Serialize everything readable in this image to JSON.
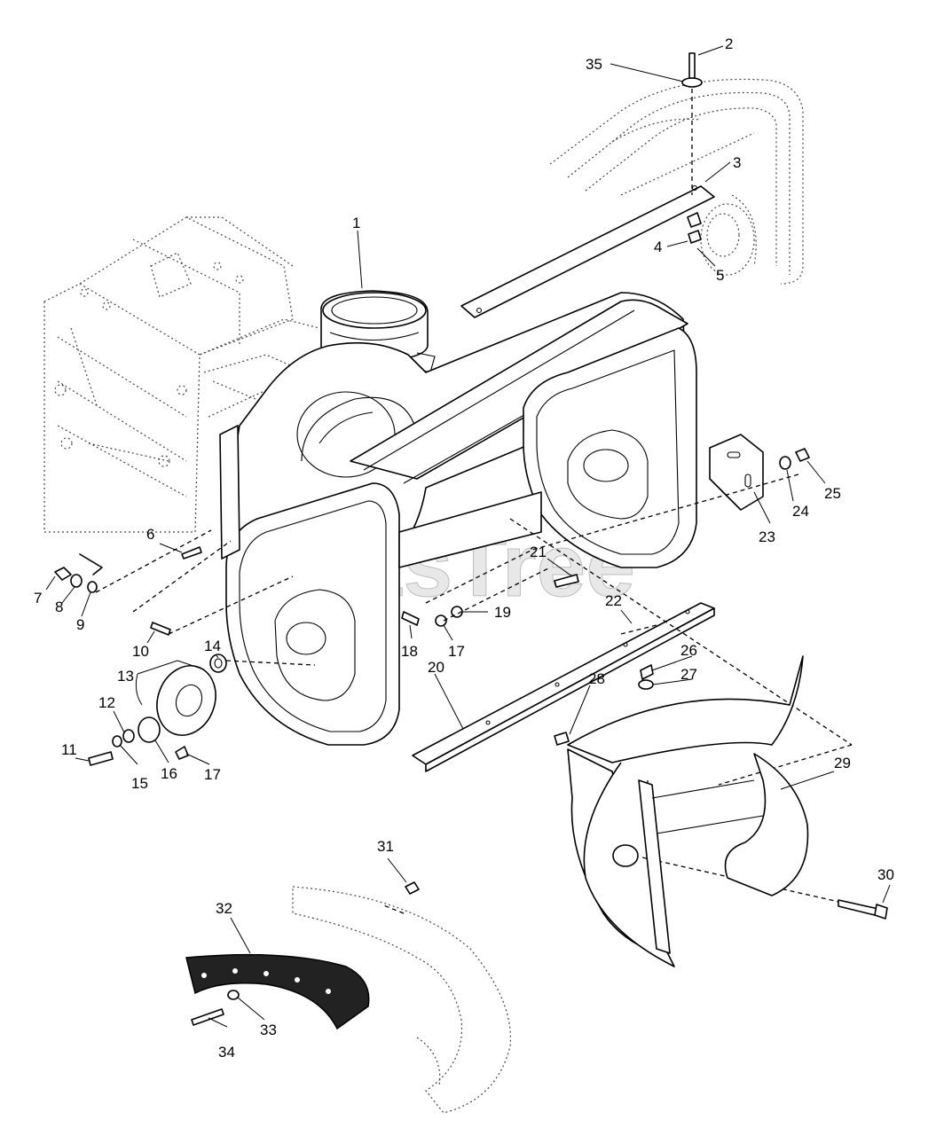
{
  "watermark": {
    "text": "PartsTree",
    "mark": "™"
  },
  "callouts": [
    "1",
    "2",
    "3",
    "4",
    "5",
    "6",
    "7",
    "8",
    "9",
    "10",
    "11",
    "12",
    "13",
    "14",
    "15",
    "16",
    "17",
    "17",
    "18",
    "19",
    "20",
    "21",
    "22",
    "23",
    "24",
    "25",
    "26",
    "27",
    "28",
    "29",
    "30",
    "31",
    "32",
    "33",
    "34",
    "35"
  ]
}
